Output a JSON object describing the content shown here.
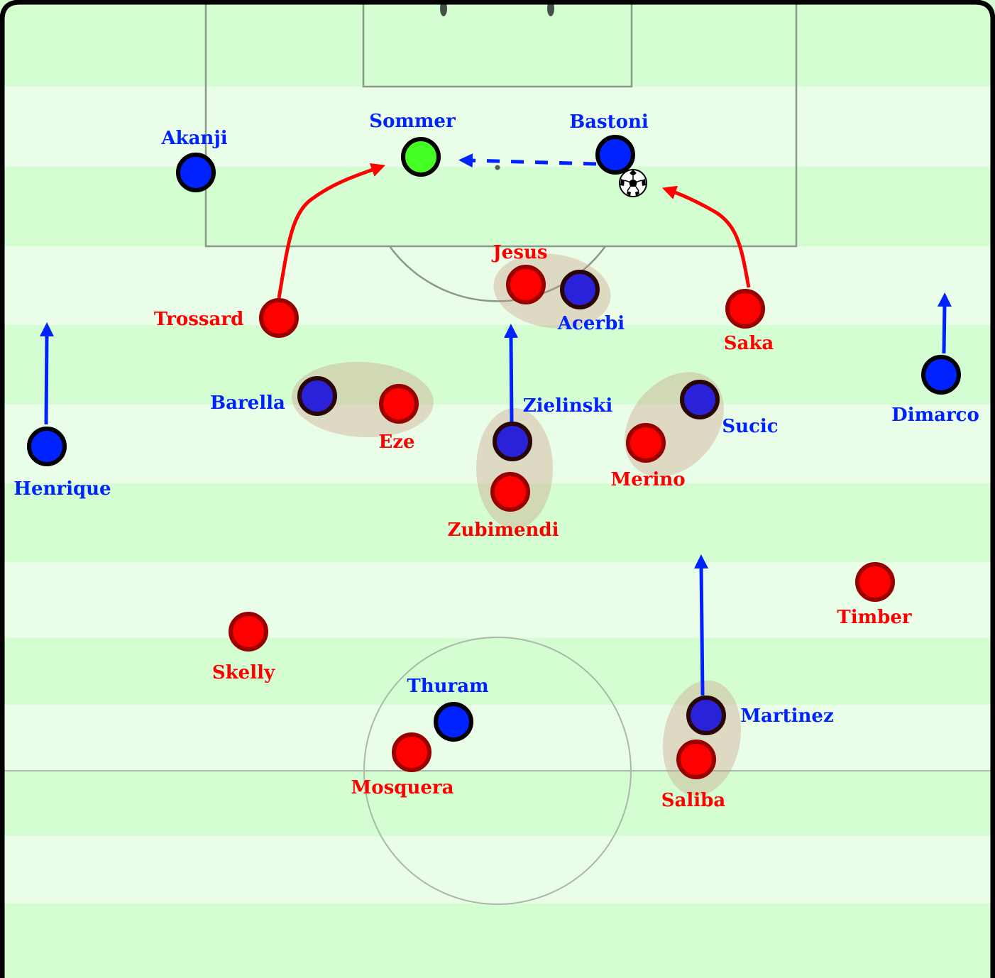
{
  "title": "Tactical diagram: Inter build-up vs Arsenal press",
  "colors": {
    "inter": "#0022ff",
    "inter_goalkeeper": "#44ff22",
    "arsenal": "#ff0000",
    "arsenal_outline": "#990000",
    "pitch_dark": "#d4fdd2",
    "pitch_light": "#eafde8",
    "line": "#8a9a8a",
    "shadow": "#c8957a"
  },
  "players": [
    {
      "name": "Sommer",
      "team": "inter",
      "role": "goalkeeper"
    },
    {
      "name": "Bastoni",
      "team": "inter",
      "has_ball": true
    },
    {
      "name": "Akanji",
      "team": "inter"
    },
    {
      "name": "Acerbi",
      "team": "inter"
    },
    {
      "name": "Dimarco",
      "team": "inter"
    },
    {
      "name": "Henrique",
      "team": "inter"
    },
    {
      "name": "Barella",
      "team": "inter"
    },
    {
      "name": "Zielinski",
      "team": "inter"
    },
    {
      "name": "Sucic",
      "team": "inter"
    },
    {
      "name": "Thuram",
      "team": "inter"
    },
    {
      "name": "Martinez",
      "team": "inter"
    },
    {
      "name": "Jesus",
      "team": "arsenal"
    },
    {
      "name": "Trossard",
      "team": "arsenal"
    },
    {
      "name": "Saka",
      "team": "arsenal"
    },
    {
      "name": "Eze",
      "team": "arsenal"
    },
    {
      "name": "Zubimendi",
      "team": "arsenal"
    },
    {
      "name": "Merino",
      "team": "arsenal"
    },
    {
      "name": "Timber",
      "team": "arsenal"
    },
    {
      "name": "Skelly",
      "team": "arsenal"
    },
    {
      "name": "Mosquera",
      "team": "arsenal"
    },
    {
      "name": "Saliba",
      "team": "arsenal"
    }
  ],
  "arrows": [
    {
      "type": "pass",
      "from": "Bastoni",
      "to": "Sommer",
      "style": "dashed",
      "team": "inter"
    },
    {
      "type": "press-run",
      "player": "Trossard",
      "team": "arsenal"
    },
    {
      "type": "press-run",
      "player": "Saka",
      "team": "arsenal"
    },
    {
      "type": "forward-run",
      "player": "Henrique",
      "team": "inter"
    },
    {
      "type": "forward-run",
      "player": "Zielinski",
      "team": "inter"
    },
    {
      "type": "forward-run",
      "player": "Dimarco",
      "team": "inter"
    },
    {
      "type": "forward-run",
      "player": "Martinez",
      "team": "inter"
    }
  ],
  "marking_pairs": [
    [
      "Jesus",
      "Acerbi"
    ],
    [
      "Barella",
      "Eze"
    ],
    [
      "Zielinski",
      "Zubimendi"
    ],
    [
      "Sucic",
      "Merino"
    ],
    [
      "Martinez",
      "Saliba"
    ]
  ]
}
